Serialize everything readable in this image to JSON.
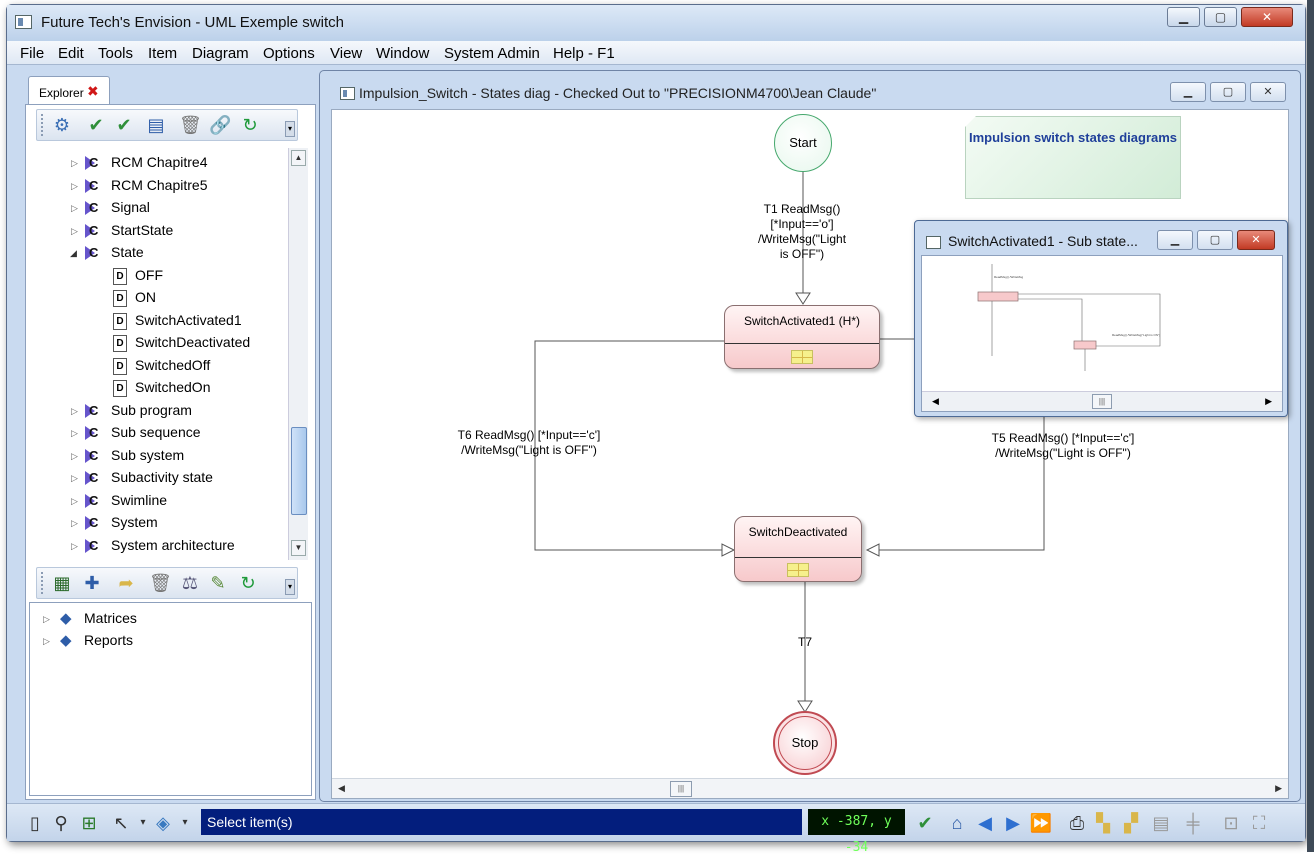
{
  "window": {
    "title": "Future Tech's Envision - UML Exemple switch",
    "minimize": "▁",
    "maximize": "▢",
    "close": "✕"
  },
  "menu": [
    "File",
    "Edit",
    "Tools",
    "Item",
    "Diagram",
    "Options",
    "View",
    "Window",
    "System Admin",
    "Help - F1"
  ],
  "explorer": {
    "tab_label": "Explorer",
    "tree": [
      {
        "label": "RCM Chapitre4",
        "kind": "class",
        "expanded": false
      },
      {
        "label": "RCM Chapitre5",
        "kind": "class",
        "expanded": false
      },
      {
        "label": "Signal",
        "kind": "class",
        "expanded": false
      },
      {
        "label": "StartState",
        "kind": "class",
        "expanded": false
      },
      {
        "label": "State",
        "kind": "class",
        "expanded": true
      },
      {
        "label": "OFF",
        "kind": "doc"
      },
      {
        "label": "ON",
        "kind": "doc"
      },
      {
        "label": "SwitchActivated1",
        "kind": "doc"
      },
      {
        "label": "SwitchDeactivated",
        "kind": "doc"
      },
      {
        "label": "SwitchedOff",
        "kind": "doc"
      },
      {
        "label": "SwitchedOn",
        "kind": "doc"
      },
      {
        "label": "Sub program",
        "kind": "class",
        "expanded": false
      },
      {
        "label": "Sub sequence",
        "kind": "class",
        "expanded": false
      },
      {
        "label": "Sub system",
        "kind": "class",
        "expanded": false
      },
      {
        "label": "Subactivity state",
        "kind": "class",
        "expanded": false
      },
      {
        "label": "Swimline",
        "kind": "class",
        "expanded": false
      },
      {
        "label": "System",
        "kind": "class",
        "expanded": false
      },
      {
        "label": "System architecture",
        "kind": "class",
        "expanded": false
      }
    ],
    "tree2": [
      {
        "label": "Matrices"
      },
      {
        "label": "Reports"
      }
    ]
  },
  "diagram_window": {
    "title": "Impulsion_Switch - States diag - Checked Out to \"PRECISIONM4700\\Jean Claude\"",
    "note": "Impulsion switch states diagrams",
    "start_label": "Start",
    "stop_label": "Stop",
    "state1": "SwitchActivated1  (H*)",
    "state2": "SwitchDeactivated",
    "t1": [
      "T1 ReadMsg()",
      "[*Input=='o']",
      "/WriteMsg(\"Light",
      "is OFF\")"
    ],
    "t6": [
      "T6 ReadMsg() [*Input=='c']",
      "/WriteMsg(\"Light is OFF\")"
    ],
    "t5": [
      "T5 ReadMsg() [*Input=='c']",
      "/WriteMsg(\"Light is OFF\")"
    ],
    "t7": "T7"
  },
  "sub_window": {
    "title": "SwitchActivated1 - Sub state..."
  },
  "statusbar": {
    "message": "Select item(s)",
    "coords": "x -387, y -34"
  },
  "colors": {
    "status_bg": "#031e7d",
    "coords_fg": "#6fff5a",
    "state_fill": "#f7c9cb",
    "start_stroke": "#46a86d",
    "note_text": "#1f3f9a"
  }
}
